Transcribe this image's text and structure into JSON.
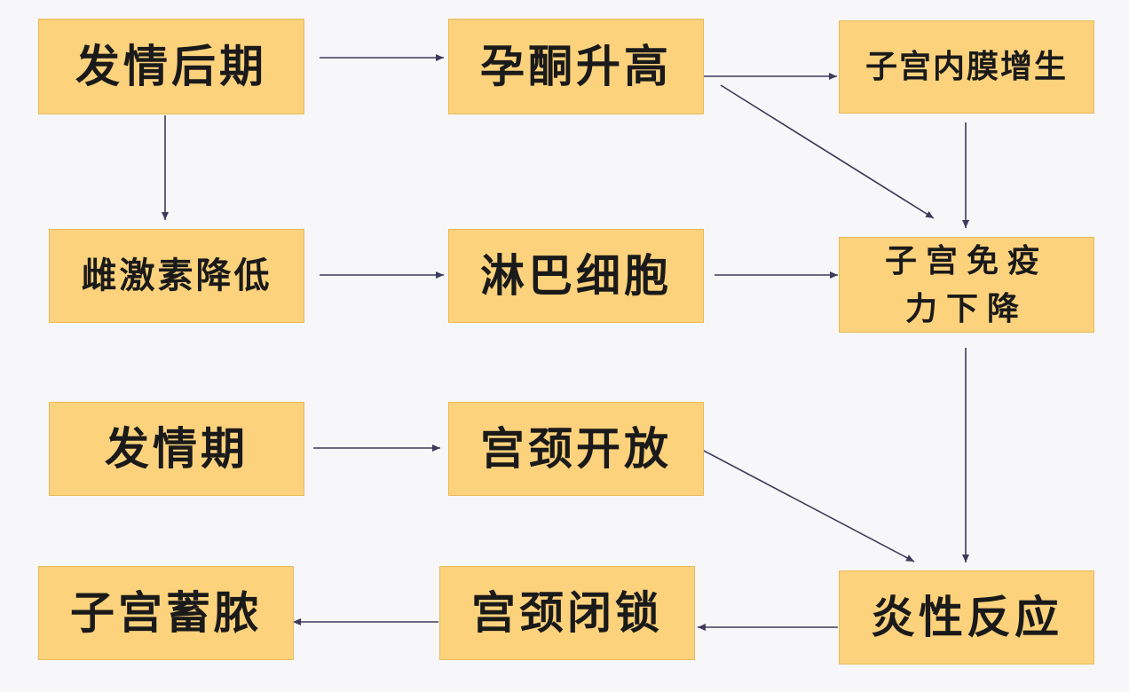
{
  "nodes": {
    "estrus_post": "发情后期",
    "progesterone_up": "孕酮升高",
    "endometrium": "子宫内膜增生",
    "estrogen_down": "雌激素降低",
    "lymphocyte": "淋巴细胞",
    "immunity_down": "子宫免疫力下降",
    "estrus": "发情期",
    "cervix_open": "宫颈开放",
    "inflammation": "炎性反应",
    "pyometra": "子宫蓄脓",
    "cervix_closed": "宫颈闭锁"
  }
}
